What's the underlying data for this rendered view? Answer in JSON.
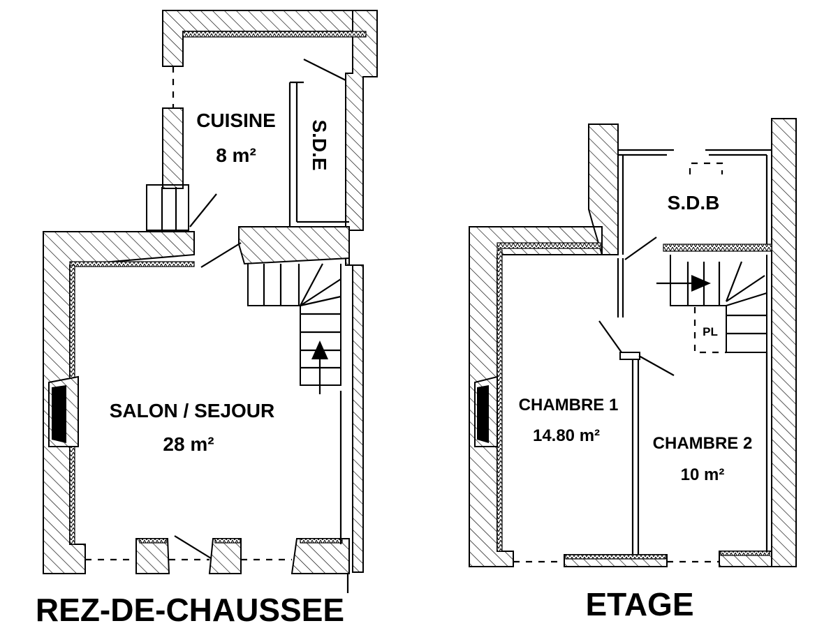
{
  "ground_floor": {
    "title": "REZ-DE-CHAUSSEE",
    "rooms": {
      "kitchen": {
        "name": "CUISINE",
        "area": "8 m²"
      },
      "shower_room": {
        "name": "S.D.E"
      },
      "living": {
        "name": "SALON / SEJOUR",
        "area": "28 m²"
      }
    }
  },
  "upper_floor": {
    "title": "ETAGE",
    "rooms": {
      "bathroom": {
        "name": "S.D.B"
      },
      "closet": {
        "name": "PL"
      },
      "bedroom1": {
        "name": "CHAMBRE 1",
        "area": "14.80 m²"
      },
      "bedroom2": {
        "name": "CHAMBRE 2",
        "area": "10 m²"
      }
    }
  },
  "colors": {
    "line": "#000000",
    "background": "#ffffff"
  }
}
